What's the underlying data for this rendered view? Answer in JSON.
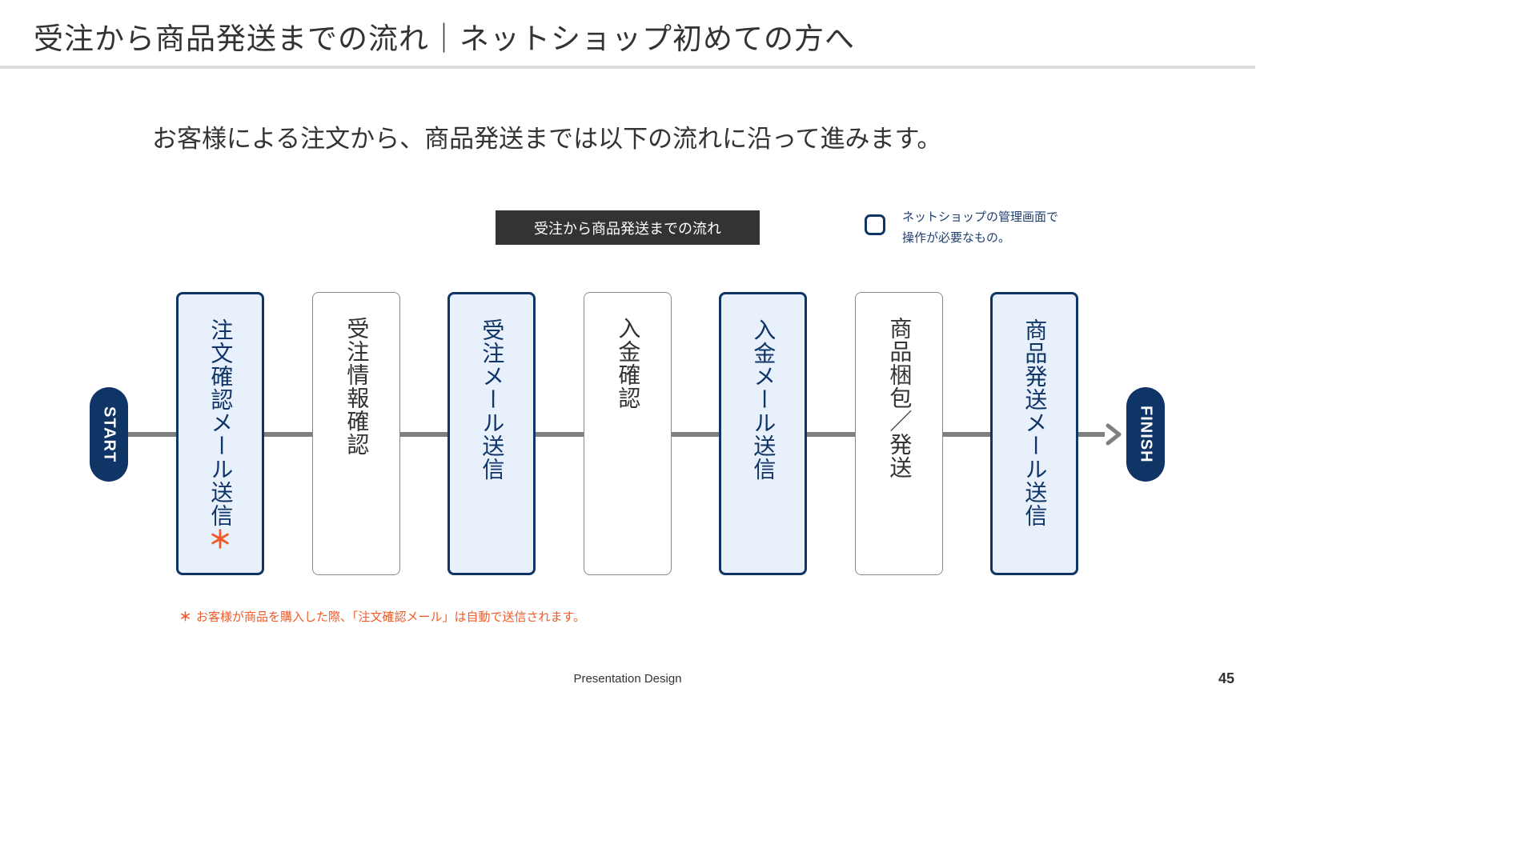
{
  "title": "受注から商品発送までの流れ｜ネットショップ初めての方へ",
  "lead": "お客様による注文から、商品発送までは以下の流れに沿って進みます。",
  "flow_label": "受注から商品発送までの流れ",
  "legend": {
    "line1": "ネットショップの管理画面で",
    "line2": "操作が必要なもの。"
  },
  "start_label": "START",
  "finish_label": "FINISH",
  "steps": [
    {
      "label": "注文確認メール送信",
      "mark": "＊",
      "kind": "action"
    },
    {
      "label": "受注情報確認",
      "kind": "plain"
    },
    {
      "label": "受注メール送信",
      "kind": "action"
    },
    {
      "label": "入金確認",
      "kind": "plain"
    },
    {
      "label": "入金メール送信",
      "kind": "action"
    },
    {
      "label": "商品梱包／発送",
      "kind": "plain"
    },
    {
      "label": "商品発送メール送信",
      "kind": "action"
    }
  ],
  "note": {
    "mark": "＊",
    "text": "お客様が商品を購入した際、「注文確認メール」は自動で送信されます。"
  },
  "footer": "Presentation Design",
  "page_number": "45",
  "colors": {
    "navy": "#0f3466",
    "action_fill": "#e8f0fc",
    "accent_orange": "#f05a28",
    "line_gray": "#808080",
    "label_bg": "#333333"
  }
}
